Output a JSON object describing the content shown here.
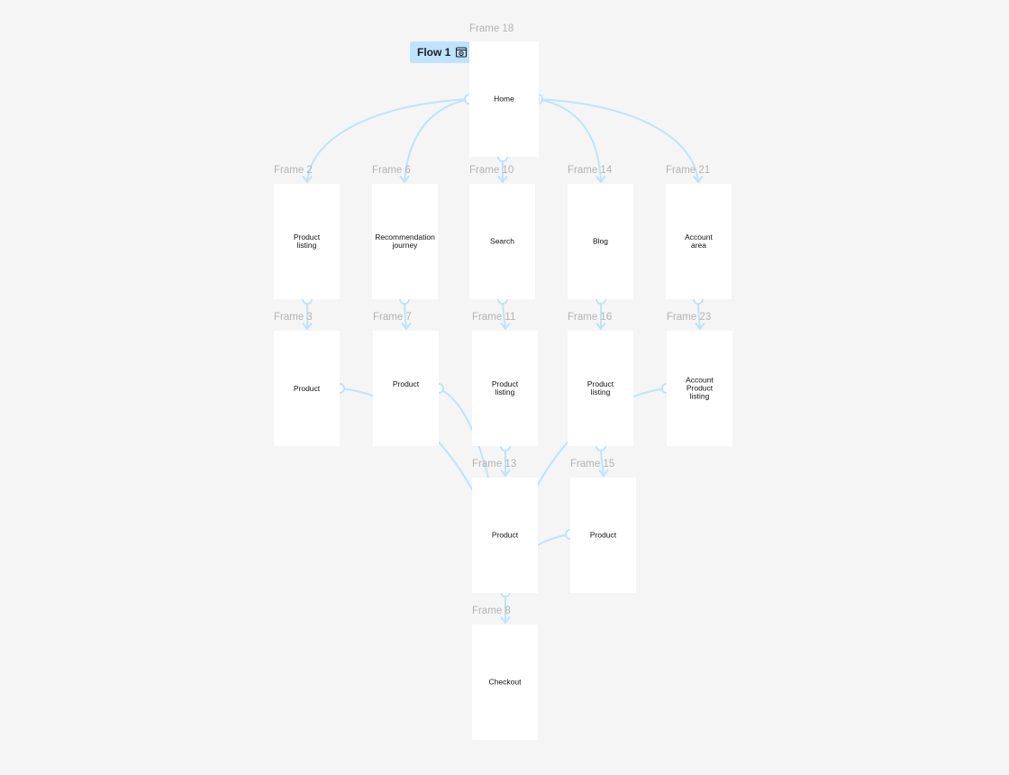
{
  "flow": {
    "label": "Flow 1",
    "icon": "play-frame-icon",
    "color": "#bde3ff"
  },
  "colors": {
    "canvas": "#f5f5f5",
    "frame": "#ffffff",
    "connector": "#bde3ff",
    "label": "#b3b3b3"
  },
  "frames": [
    {
      "id": "home",
      "label": "Frame 18",
      "text": "Home"
    },
    {
      "id": "product-listing",
      "label": "Frame 2",
      "text": "Product\nlisting"
    },
    {
      "id": "recommendation-journey",
      "label": "Frame 6",
      "text": "Recommendation\njourney"
    },
    {
      "id": "search",
      "label": "Frame 10",
      "text": "Search"
    },
    {
      "id": "blog",
      "label": "Frame 14",
      "text": "Blog"
    },
    {
      "id": "account-area",
      "label": "Frame 21",
      "text": "Account\narea"
    },
    {
      "id": "product-a",
      "label": "Frame 3",
      "text": "Product"
    },
    {
      "id": "product-b",
      "label": "Frame 7",
      "text": "Product"
    },
    {
      "id": "search-product-listing",
      "label": "Frame 11",
      "text": "Product\nlisting"
    },
    {
      "id": "blog-product-listing",
      "label": "Frame 16",
      "text": "Product\nlisting"
    },
    {
      "id": "account-product-listing",
      "label": "Frame 23",
      "text": "Account\nProduct\nlisting"
    },
    {
      "id": "product-c",
      "label": "Frame 13",
      "text": "Product"
    },
    {
      "id": "product-d",
      "label": "Frame 15",
      "text": "Product"
    },
    {
      "id": "checkout",
      "label": "Frame 8",
      "text": "Checkout"
    }
  ],
  "connections": [
    {
      "from": "home",
      "to": "product-listing"
    },
    {
      "from": "home",
      "to": "recommendation-journey"
    },
    {
      "from": "home",
      "to": "search"
    },
    {
      "from": "home",
      "to": "blog"
    },
    {
      "from": "home",
      "to": "account-area"
    },
    {
      "from": "product-listing",
      "to": "product-a"
    },
    {
      "from": "recommendation-journey",
      "to": "product-b"
    },
    {
      "from": "search",
      "to": "search-product-listing"
    },
    {
      "from": "blog",
      "to": "blog-product-listing"
    },
    {
      "from": "account-area",
      "to": "account-product-listing"
    },
    {
      "from": "search-product-listing",
      "to": "product-c"
    },
    {
      "from": "blog-product-listing",
      "to": "product-d"
    },
    {
      "from": "product-a",
      "to": "checkout"
    },
    {
      "from": "product-b",
      "to": "checkout"
    },
    {
      "from": "account-product-listing",
      "to": "checkout"
    },
    {
      "from": "product-d",
      "to": "checkout"
    },
    {
      "from": "product-c",
      "to": "checkout"
    }
  ]
}
